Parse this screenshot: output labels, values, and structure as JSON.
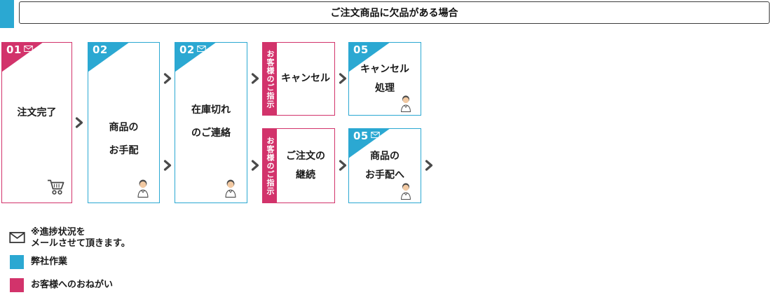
{
  "colors": {
    "cyan": "#2BA8D2",
    "pink": "#D2336B"
  },
  "header": {
    "title": "ご注文商品に欠品がある場合"
  },
  "steps": {
    "order_complete": {
      "number": "01",
      "has_mail": true,
      "label": "注文完了",
      "icon": "cart-icon",
      "theme": "pink"
    },
    "arrange_items": {
      "number": "02",
      "has_mail": false,
      "label_line1": "商品の",
      "label_line2": "お手配",
      "icon": "person-icon",
      "theme": "cyan"
    },
    "stock_notice": {
      "number": "02",
      "has_mail": true,
      "label_line1": "在庫切れ",
      "label_line2": "のご連絡",
      "icon": "person-icon",
      "theme": "cyan"
    },
    "cancel_instruction": {
      "band_label": "お客様のご指示",
      "label": "キャンセル",
      "theme": "pink"
    },
    "cancel_process": {
      "number": "05",
      "has_mail": false,
      "label_line1": "キャンセル",
      "label_line2": "処理",
      "icon": "person-icon",
      "theme": "cyan"
    },
    "continue_instruction": {
      "band_label": "お客様のご指示",
      "label_line1": "ご注文の",
      "label_line2": "継続",
      "theme": "pink"
    },
    "arrange_next": {
      "number": "05",
      "has_mail": true,
      "label_line1": "商品の",
      "label_line2": "お手配へ",
      "icon": "person-icon",
      "theme": "cyan"
    }
  },
  "legend": {
    "mail_note_line1": "※進捗状況を",
    "mail_note_line2": "メールさせて頂きます。",
    "company_work": "弊社作業",
    "customer_request": "お客様へのおねがい"
  }
}
